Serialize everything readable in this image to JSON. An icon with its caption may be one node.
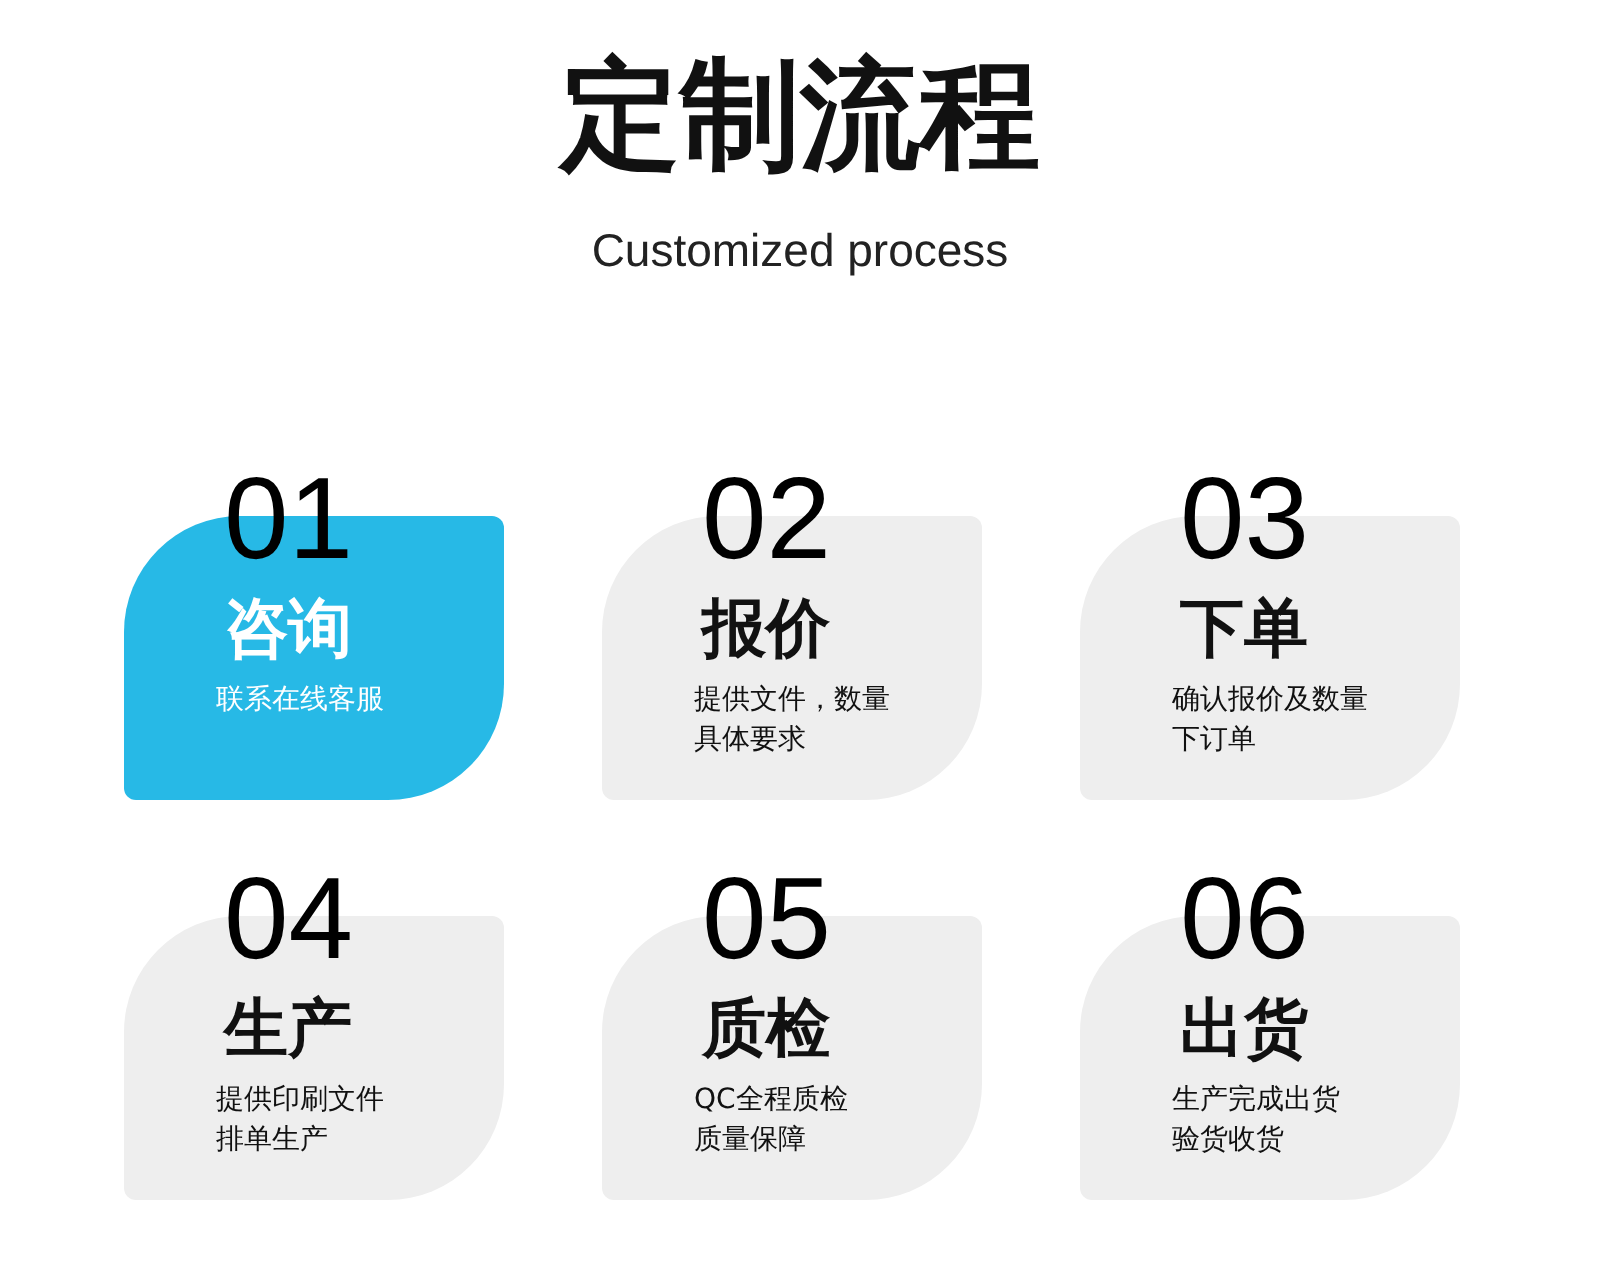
{
  "diagram": {
    "title": "定制流程",
    "caption": "Customized process",
    "nodes": [
      {
        "text": [
          "01",
          "咨询",
          "联系在线客服"
        ]
      },
      {
        "text": [
          "02",
          "报价",
          "提供文件，数量具体要求"
        ]
      },
      {
        "text": [
          "03",
          "下单",
          "确认报价及数量下订单"
        ]
      },
      {
        "text": [
          "04",
          "生产",
          "提供印刷文件排单生产"
        ]
      },
      {
        "text": [
          "05",
          "质检",
          "QC全程质检质量保障"
        ]
      },
      {
        "text": [
          "06",
          "出货",
          "生产完成出货验货收货"
        ]
      }
    ]
  }
}
